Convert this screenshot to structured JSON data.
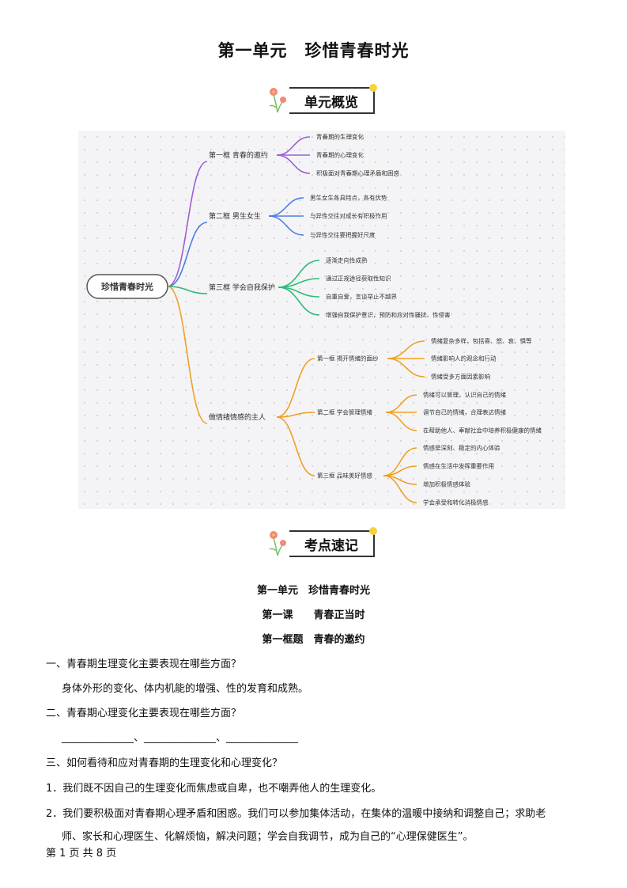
{
  "title": "第一单元　珍惜青春时光",
  "banner1": "单元概览",
  "banner2": "考点速记",
  "mindmap": {
    "root": "珍惜青春时光",
    "branches": [
      {
        "label": "第一框 青春的邀约",
        "color": "#9b5fd6",
        "leaves": [
          "青春期的生理变化",
          "青春期的心理变化",
          "积极面对青春期心理矛盾和困惑"
        ]
      },
      {
        "label": "第二框 男生女生",
        "color": "#4a7fe0",
        "leaves": [
          "男生女生各具特点，各有优势",
          "与异性交往对成长有积极作用",
          "与异性交往要把握好尺度"
        ]
      },
      {
        "label": "第三框 学会自我保护",
        "color": "#2dbb78",
        "leaves": [
          "逐渐走向性成熟",
          "通过正规途径获取性知识",
          "自重自爱，言谈举止不越界",
          "增强自我保护意识，预防和应对性骚扰、性侵害"
        ]
      },
      {
        "label": "做情绪情感的主人",
        "color": "#f0a024",
        "subs": [
          {
            "label": "第一框 揭开情绪的面纱",
            "leaves": [
              "情绪复杂多样，包括喜、怒、哀、惧等",
              "情绪影响人的观念和行动",
              "情绪受多方面因素影响"
            ]
          },
          {
            "label": "第二框 学会管理情绪",
            "leaves": [
              "情绪可以管理，认识自己的情绪",
              "调节自己的情绪，合理表达情绪",
              "在帮助他人、奉献社会中培养积极健康的情绪"
            ]
          },
          {
            "label": "第三框 品味美好情感",
            "leaves": [
              "情感是深刻、稳定的内心体验",
              "情感在生活中发挥重要作用",
              "增加积极情感体验",
              "学会承受和转化消极情感"
            ]
          }
        ]
      }
    ]
  },
  "heading1": "第一单元　珍惜青春时光",
  "heading2": "第一课　　青春正当时",
  "heading3": "第一框题　青春的邀约",
  "q1": "一、青春期生理变化主要表现在哪些方面？",
  "a1": "身体外形的变化、体内机能的增强、性的发育和成熟。",
  "q2": "二、青春期心理变化主要表现在哪些方面？",
  "a2": "______________、______________、______________",
  "q3": "三、如何看待和应对青春期的生理变化和心理变化？",
  "p1": "1．我们既不因自己的生理变化而焦虑或自卑，也不嘲弄他人的生理变化。",
  "p2a": "2．我们要积极面对青春期心理矛盾和困惑。我们可以参加集体活动，在集体的温暖中接纳和调整自己；求助老",
  "p2b": "师、家长和心理医生、化解烦恼，解决问题；学会自我调节，成为自己的“心理保健医生”。",
  "footer": "第 1 页 共 8 页"
}
